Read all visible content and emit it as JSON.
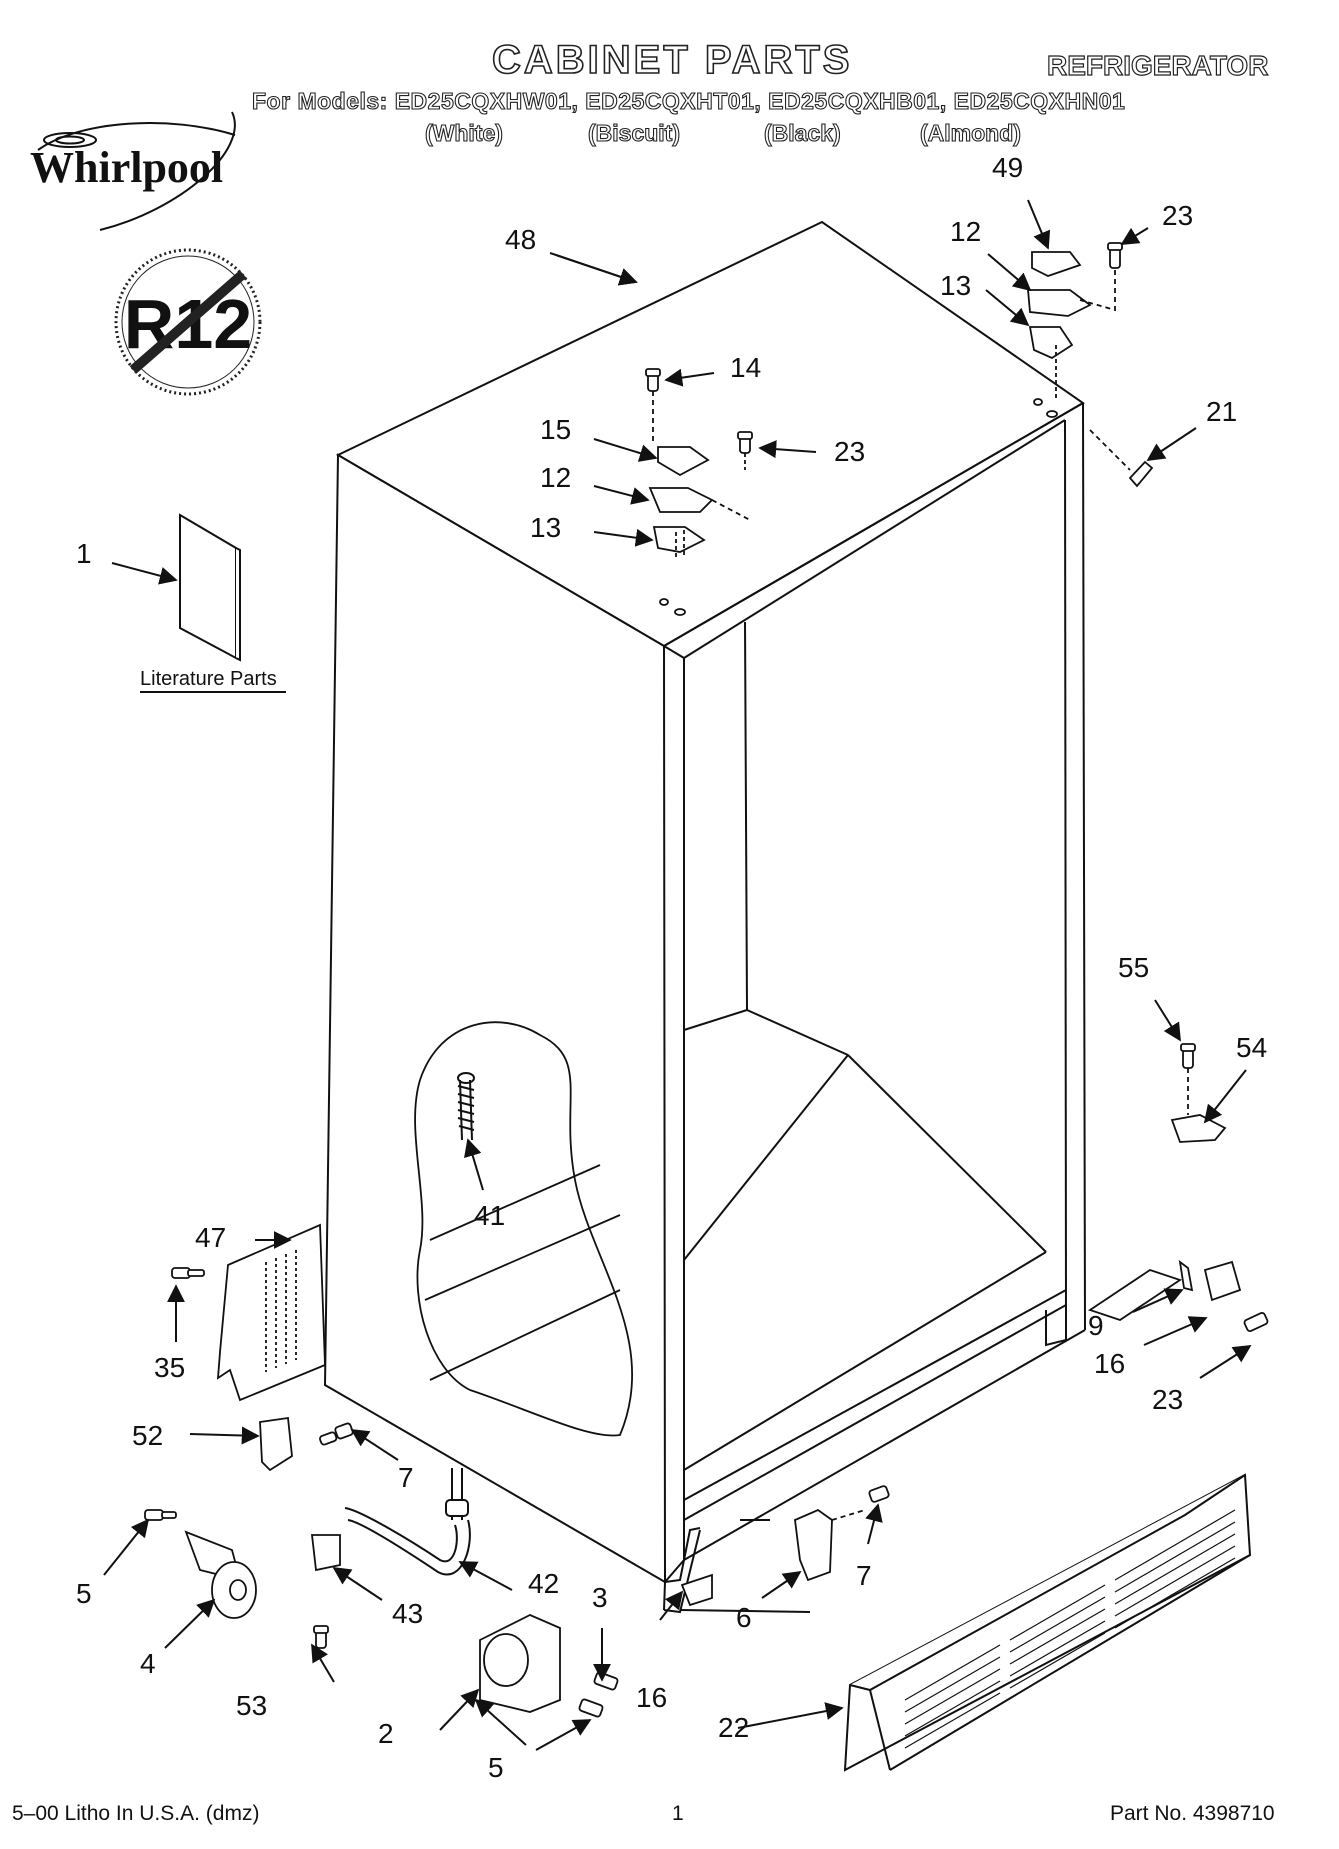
{
  "header": {
    "title": "CABINET PARTS",
    "appliance": "REFRIGERATOR",
    "models_line": "For Models: ED25CQXHW01, ED25CQXHT01, ED25CQXHB01, ED25CQXHN01",
    "colors": [
      "(White)",
      "(Biscuit)",
      "(Black)",
      "(Almond)"
    ]
  },
  "brand": {
    "logo_text": "Whirlpool",
    "r12_text": "R12"
  },
  "literature_label": "Literature Parts",
  "callouts": {
    "c49": "49",
    "c23a": "23",
    "c12a": "12",
    "c13a": "13",
    "c48": "48",
    "c14": "14",
    "c15": "15",
    "c23b": "23",
    "c12b": "12",
    "c13b": "13",
    "c21": "21",
    "c1": "1",
    "c55": "55",
    "c54": "54",
    "c41": "41",
    "c47": "47",
    "c35": "35",
    "c9": "9",
    "c16a": "16",
    "c23c": "23",
    "c52": "52",
    "c7a": "7",
    "c5a": "5",
    "c4": "4",
    "c43": "43",
    "c42": "42",
    "c3": "3",
    "c6": "6",
    "c7b": "7",
    "c53": "53",
    "c2": "2",
    "c16b": "16",
    "c5b": "5",
    "c22": "22"
  },
  "footer": {
    "left": "5–00 Litho In U.S.A. (dmz)",
    "center": "1",
    "right": "Part No. 4398710"
  }
}
